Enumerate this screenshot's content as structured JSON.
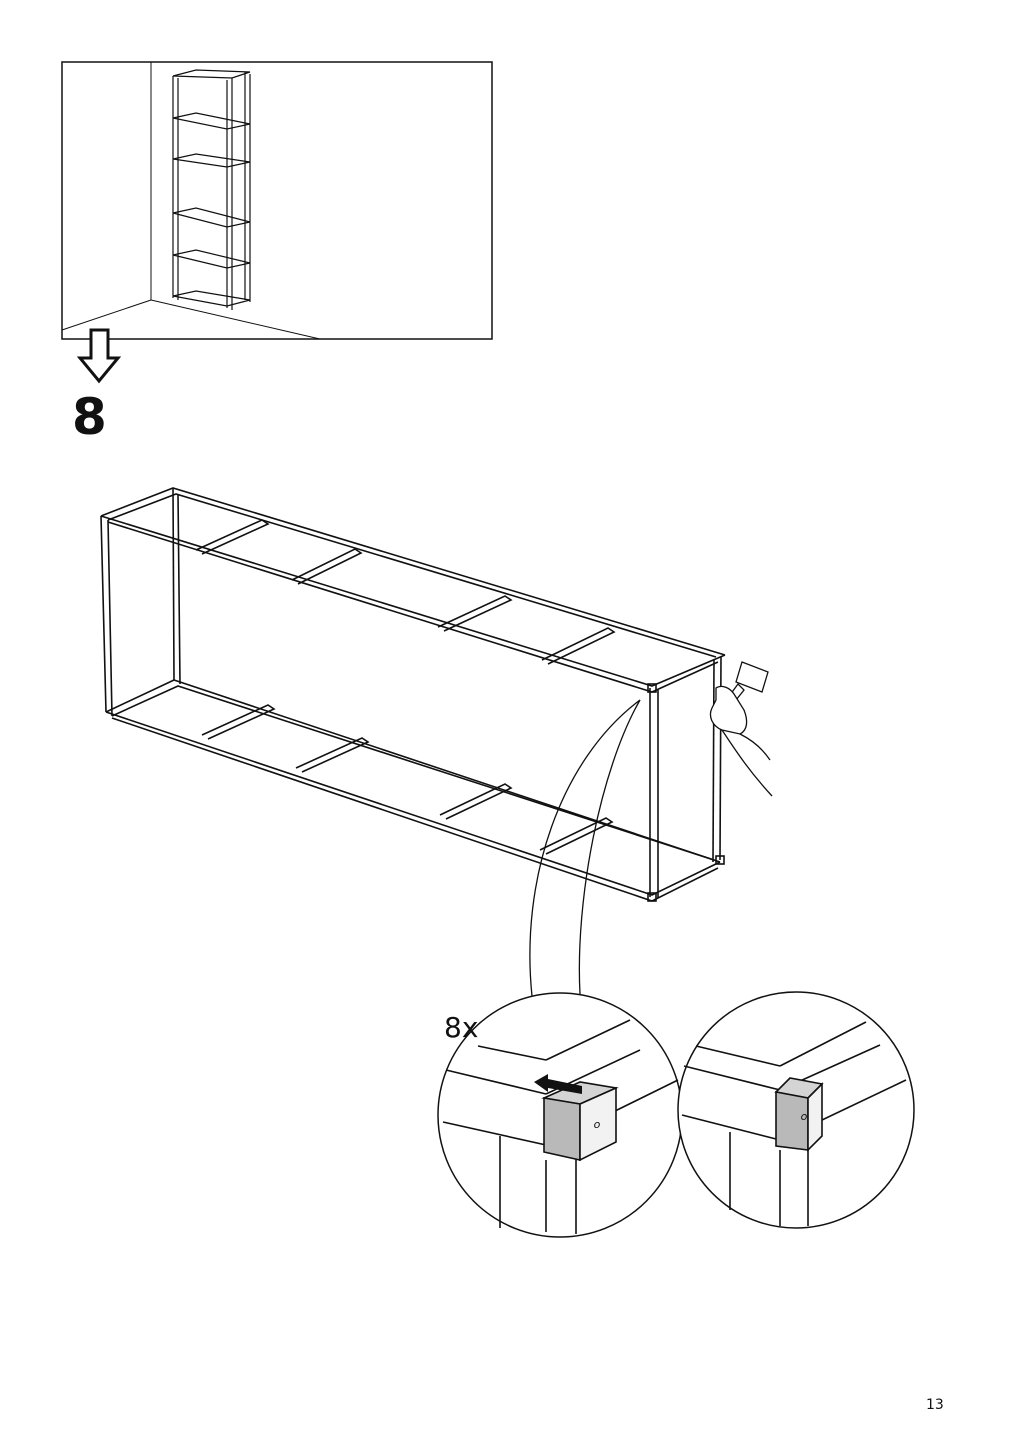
{
  "step": {
    "number": "8"
  },
  "detail": {
    "quantity": "8x",
    "cap_mark": "o"
  },
  "page": {
    "number": "13"
  },
  "colors": {
    "line": "#111111",
    "cap_fill": "#b9b9b9",
    "arrow": "#111111"
  }
}
